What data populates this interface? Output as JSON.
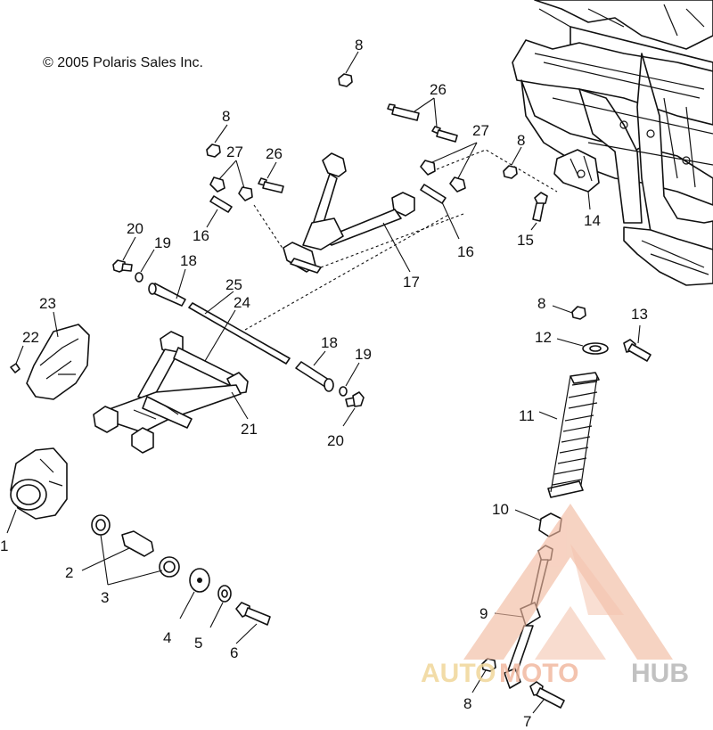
{
  "copyright": "© 2005 Polaris Sales Inc.",
  "callouts": {
    "c1": "1",
    "c2": "2",
    "c3": "3",
    "c4": "4",
    "c5": "5",
    "c6": "6",
    "c7": "7",
    "c8a": "8",
    "c8b": "8",
    "c8c": "8",
    "c8d": "8",
    "c8e": "8",
    "c9": "9",
    "c10": "10",
    "c11": "11",
    "c12": "12",
    "c13": "13",
    "c14": "14",
    "c15": "15",
    "c16a": "16",
    "c16b": "16",
    "c17": "17",
    "c18a": "18",
    "c18b": "18",
    "c19a": "19",
    "c19b": "19",
    "c20a": "20",
    "c20b": "20",
    "c21": "21",
    "c22": "22",
    "c23": "23",
    "c24": "24",
    "c25": "25",
    "c26a": "26",
    "c26b": "26",
    "c27a": "27",
    "c27b": "27"
  },
  "watermark": {
    "part1": "AUTO",
    "part2": "MOTO",
    "part3": "HUB",
    "color_primary": "#f2b9a0",
    "color_secondary": "#f0d79a",
    "color_gray": "#b7b7b7"
  }
}
